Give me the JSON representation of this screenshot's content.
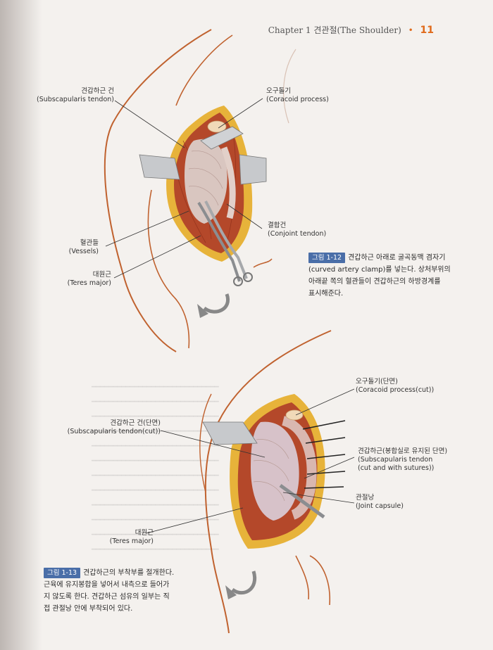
{
  "header": {
    "chapter": "Chapter 1",
    "title": "견관절(The Shoulder)",
    "page_number": "11"
  },
  "figure_12": {
    "labels": {
      "subscapularis_tendon": [
        "견갑하근 건",
        "(Subscapularis tendon)"
      ],
      "coracoid": [
        "오구돌기",
        "(Coracoid process)"
      ],
      "conjoint": [
        "결합건",
        "(Conjoint tendon)"
      ],
      "vessels": [
        "혈관들",
        "(Vessels)"
      ],
      "teres_major": [
        "대원근",
        "(Teres major)"
      ]
    },
    "caption": {
      "number": "그림 1-12",
      "lines": [
        "견갑하근 아래로 굴곡동맥 겸자기",
        "(curved artery clamp)를 넣는다. 상처부위의",
        "아래끝 쪽의 혈관들이 견갑하근의 하방경계를",
        "표시해준다."
      ]
    }
  },
  "figure_13": {
    "labels": {
      "coracoid_cut": [
        "오구돌기(단면)",
        "(Coracoid process(cut))"
      ],
      "subscapularis_cut": [
        "견갑하근 건(단면)",
        "(Subscapularis tendon(cut))"
      ],
      "subscapularis_sutures": [
        "견갑하근(봉합실로 유지된 단면)",
        "(Subscapularis tendon",
        "(cut and with sutures))"
      ],
      "joint_capsule": [
        "관절낭",
        "(Joint capsule)"
      ],
      "teres_major": [
        "대원근",
        "(Teres major)"
      ]
    },
    "caption": {
      "number": "그림 1-13",
      "lines": [
        "견갑하근의 부착부를 절개한다.",
        "근육에 유지봉합을 넣어서 내측으로 들어가",
        "지 않도록 한다. 견갑하근 섬유의 일부는 직",
        "접 관절낭 안에 부착되어 있다."
      ]
    }
  },
  "colors": {
    "accent": "#e06a1a",
    "caption_badge": "#4a6ea8",
    "muscle": "#b4482a",
    "skin_outline": "#c0622f"
  }
}
